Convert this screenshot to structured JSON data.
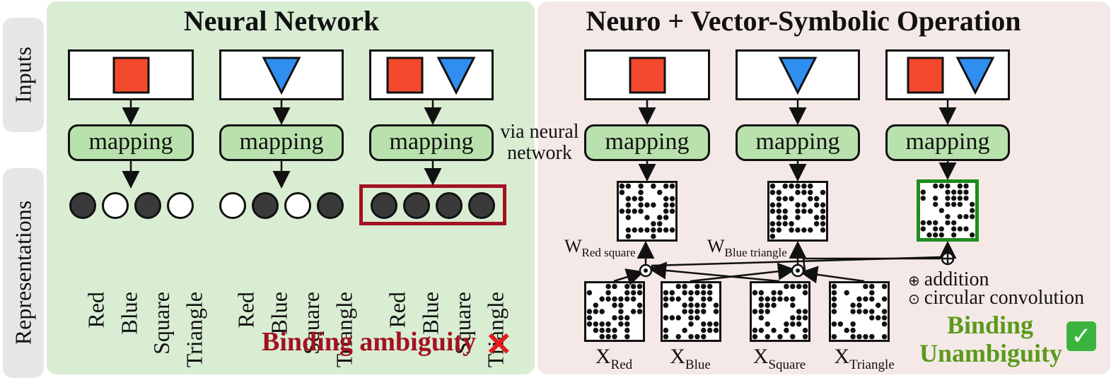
{
  "side": {
    "inputs": "Inputs",
    "representations": "Representations"
  },
  "left_panel": {
    "title": "Neural Network",
    "mapping_label": "mapping",
    "feature_labels": [
      "Red",
      "Blue",
      "Square",
      "Triangle"
    ],
    "groups": [
      {
        "shapes": [
          "square"
        ],
        "code": [
          1,
          0,
          1,
          0
        ]
      },
      {
        "shapes": [
          "triangle"
        ],
        "code": [
          0,
          1,
          0,
          1
        ]
      },
      {
        "shapes": [
          "square",
          "triangle"
        ],
        "code": [
          1,
          1,
          1,
          1
        ]
      }
    ],
    "note": "Binding ambiguity",
    "note_icon": "cross-mark-icon"
  },
  "right_panel": {
    "title": "Neuro + Vector-Symbolic Operation",
    "mapping_label": "mapping",
    "via_text": "via neural network",
    "w_labels": [
      {
        "main": "W",
        "sub": "Red square"
      },
      {
        "main": "W",
        "sub": "Blue triangle"
      }
    ],
    "x_labels": [
      {
        "main": "X",
        "sub": "Red"
      },
      {
        "main": "X",
        "sub": "Blue"
      },
      {
        "main": "X",
        "sub": "Square"
      },
      {
        "main": "X",
        "sub": "Triangle"
      }
    ],
    "legend": [
      {
        "symbol": "⊕",
        "label": "addition"
      },
      {
        "symbol": "⊙",
        "label": "circular convolution"
      }
    ],
    "note_line1": "Binding",
    "note_line2": "Unambiguity",
    "note_icon": "check-mark-icon"
  },
  "colors": {
    "left_panel_bg": "#d9edd3",
    "right_panel_bg": "#f5e9e8",
    "mapping_fill": "#b9e1ad",
    "square_fill": "#f34a2e",
    "triangle_fill": "#2f8ef0",
    "ambiguity_red": "#a3121f",
    "unambiguity_green": "#5a9a1a",
    "highlight_green": "#1e8c1e"
  }
}
